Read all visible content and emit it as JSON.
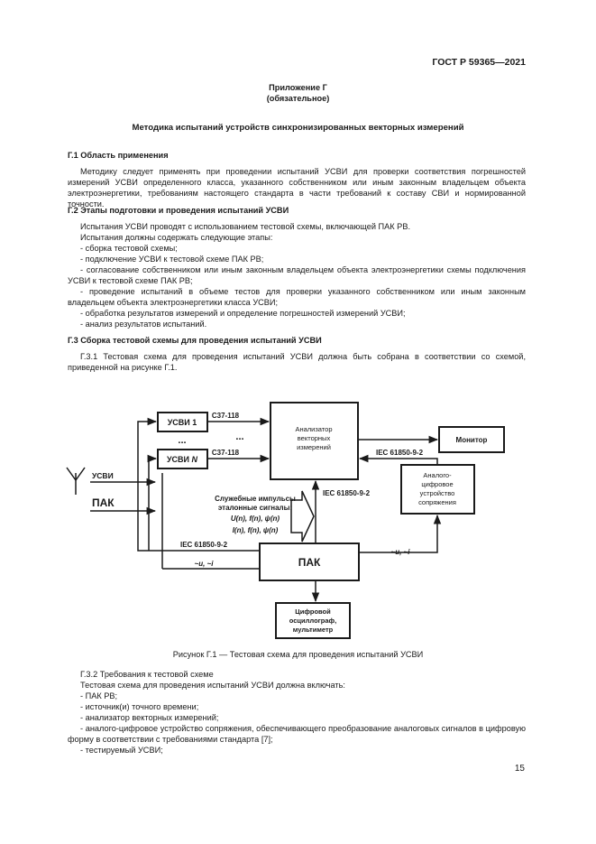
{
  "header": {
    "standard": "ГОСТ Р 59365—2021"
  },
  "appendix": {
    "title": "Приложение Г",
    "subtitle": "(обязательное)"
  },
  "main_title": "Методика испытаний устройств синхронизированных векторных измерений",
  "section1": {
    "heading": "Г.1 Область применения",
    "p1": "Методику следует применять при проведении испытаний УСВИ для проверки соответствия погрешностей измерений УСВИ определенного класса, указанного собственником или иным законным владельцем объекта электроэнергетики, требованиям настоящего стандарта в части требований к составу СВИ и нормированной точности."
  },
  "section2": {
    "heading": "Г.2 Этапы подготовки и проведения испытаний УСВИ",
    "intro1": "Испытания УСВИ проводят с использованием тестовой схемы, включающей ПАК РВ.",
    "intro2": "Испытания должны содержать следующие этапы:",
    "item1": "- сборка тестовой схемы;",
    "item2": "- подключение УСВИ к тестовой схеме ПАК РВ;",
    "item3": "- согласование собственником или иным законным владельцем объекта электроэнергетики схемы подключения УСВИ к тестовой схеме ПАК РВ;",
    "item4": "- проведение испытаний в объеме тестов для проверки указанного собственником или иным законным владельцем объекта электроэнергетики класса УСВИ;",
    "item5": "- обработка результатов измерений и определение погрешностей измерений УСВИ;",
    "item6": "- анализ результатов испытаний."
  },
  "section3": {
    "heading": "Г.3 Сборка тестовой схемы для проведения испытаний УСВИ",
    "p1": "Г.3.1 Тестовая схема для проведения испытаний УСВИ должна быть собрана в соответствии со схемой, приведенной на рисунке Г.1."
  },
  "diagram": {
    "usvi1": "УСВИ 1",
    "usvin_prefix": "УСВИ ",
    "usvin_n": "N",
    "dots": "...",
    "c37_1": "C37-118",
    "c37_2": "C37-118",
    "analyzer": [
      "Анализатор",
      "векторных",
      "измерений"
    ],
    "monitor": "Монитор",
    "iec_top": "IEC 61850-9-2",
    "adc": [
      "Аналого-",
      "цифровое",
      "устройство",
      "сопряжения"
    ],
    "iec_mid": "IEC 61850-9-2",
    "service_lines": [
      "Служебные импульсы",
      "эталонные сигналы:"
    ],
    "formula1": "U(n), f(n), ψ(n)",
    "formula2": "I(n), f(n), ψ(n)",
    "antenna_label": "УСВИ",
    "pak_left": "ПАК",
    "iec_bottom": "IEC 61850-9-2",
    "sig_left": "~u, ~i",
    "sig_right": "~u, ~i",
    "pak_center": "ПАК",
    "oscilloscope": [
      "Цифровой",
      "осциллограф,",
      "мультиметр"
    ]
  },
  "figure_caption": "Рисунок Г.1 — Тестовая схема для проведения испытаний УСВИ",
  "section32": {
    "heading": "Г.3.2 Требования к тестовой схеме",
    "intro": "Тестовая схема для проведения испытаний УСВИ должна включать:",
    "item1": "- ПАК РВ;",
    "item2": "- источник(и) точного времени;",
    "item3": "- анализатор векторных измерений;",
    "item4": "- аналого-цифровое устройство сопряжения, обеспечивающего преобразование аналоговых сигналов в цифровую форму в соответствии с требованиями стандарта [7];",
    "item5": "- тестируемый УСВИ;"
  },
  "page_number": "15"
}
